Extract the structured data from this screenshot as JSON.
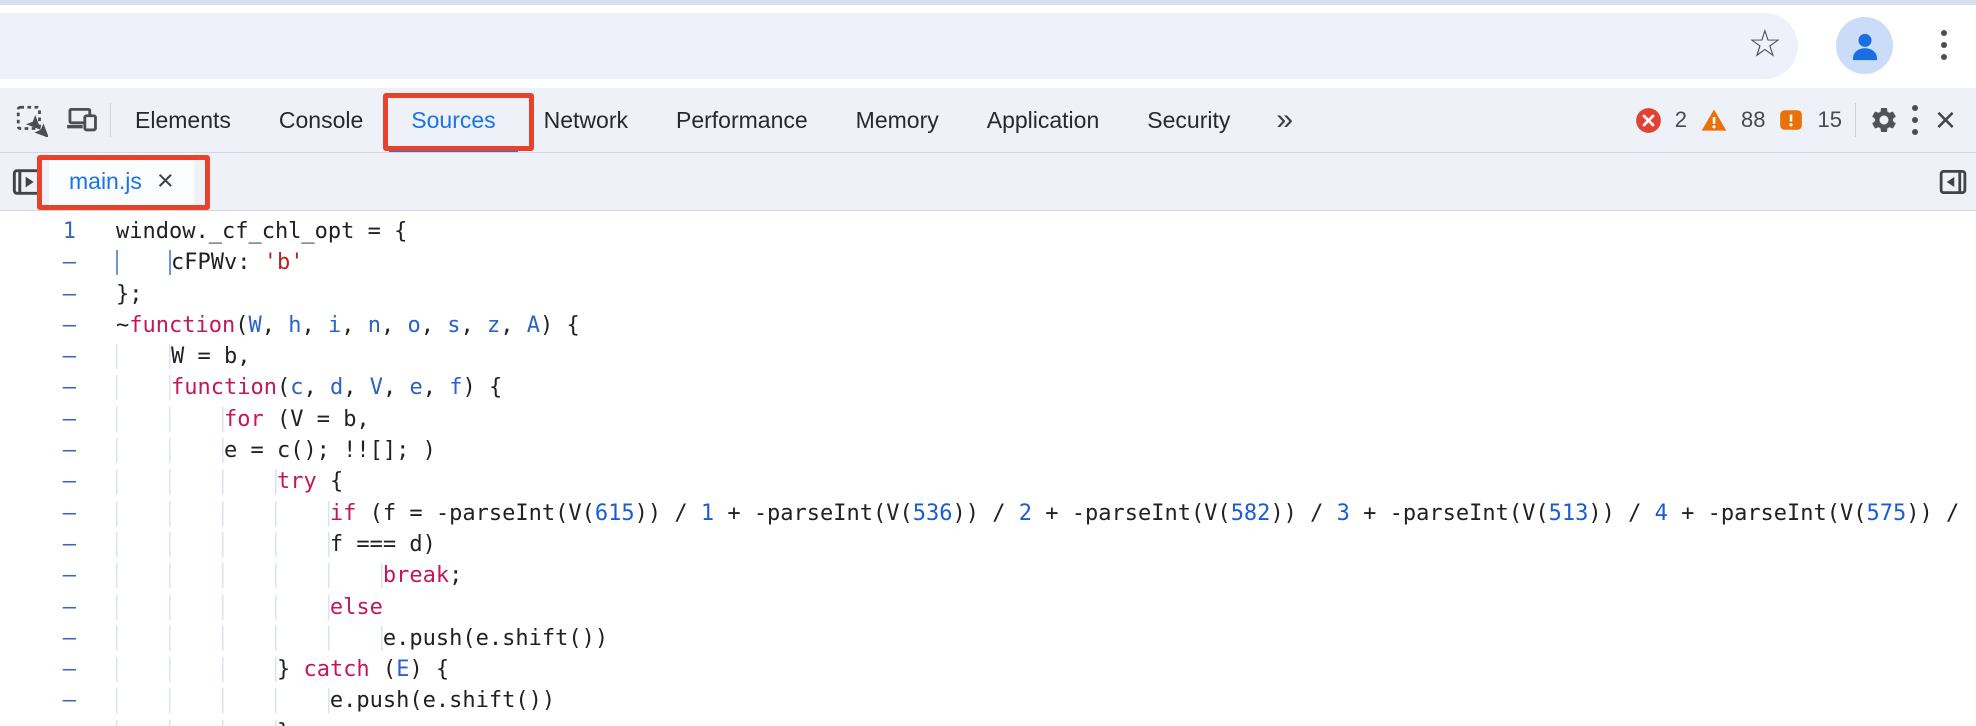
{
  "browser": {
    "bookmark_glyph": "☆",
    "profile_icon": "person-avatar",
    "menu_icon": "kebab-menu"
  },
  "devtools": {
    "tabs": [
      "Elements",
      "Console",
      "Sources",
      "Network",
      "Performance",
      "Memory",
      "Application",
      "Security"
    ],
    "selected_tab": "Sources",
    "overflow_glyph": "»",
    "badges": {
      "errors": "2",
      "warnings": "88",
      "issues": "15"
    },
    "close_glyph": "×",
    "file_tab": {
      "label": "main.js",
      "close_glyph": "×"
    },
    "annotations": {
      "color": "#e8432a",
      "targets": [
        "Sources tab",
        "main.js file tab"
      ]
    },
    "editor": {
      "lines": [
        {
          "n": "1",
          "i": 0,
          "t": [
            [
              "p",
              "window._cf_chl_opt = {"
            ]
          ]
        },
        {
          "n": "–",
          "i": 4,
          "a": true,
          "t": [
            [
              "p",
              "cFPWv: "
            ],
            [
              "s",
              "'b'"
            ]
          ]
        },
        {
          "n": "–",
          "i": 0,
          "t": [
            [
              "p",
              "};"
            ]
          ]
        },
        {
          "n": "–",
          "i": 0,
          "t": [
            [
              "p",
              "~"
            ],
            [
              "k",
              "function"
            ],
            [
              "p",
              "("
            ],
            [
              "d",
              "W"
            ],
            [
              "p",
              ", "
            ],
            [
              "d",
              "h"
            ],
            [
              "p",
              ", "
            ],
            [
              "d",
              "i"
            ],
            [
              "p",
              ", "
            ],
            [
              "d",
              "n"
            ],
            [
              "p",
              ", "
            ],
            [
              "d",
              "o"
            ],
            [
              "p",
              ", "
            ],
            [
              "d",
              "s"
            ],
            [
              "p",
              ", "
            ],
            [
              "d",
              "z"
            ],
            [
              "p",
              ", "
            ],
            [
              "d",
              "A"
            ],
            [
              "p",
              ") {"
            ]
          ]
        },
        {
          "n": "–",
          "i": 4,
          "t": [
            [
              "p",
              "W = b,"
            ]
          ]
        },
        {
          "n": "–",
          "i": 4,
          "t": [
            [
              "k",
              "function"
            ],
            [
              "p",
              "("
            ],
            [
              "d",
              "c"
            ],
            [
              "p",
              ", "
            ],
            [
              "d",
              "d"
            ],
            [
              "p",
              ", "
            ],
            [
              "d",
              "V"
            ],
            [
              "p",
              ", "
            ],
            [
              "d",
              "e"
            ],
            [
              "p",
              ", "
            ],
            [
              "d",
              "f"
            ],
            [
              "p",
              ") {"
            ]
          ]
        },
        {
          "n": "–",
          "i": 8,
          "t": [
            [
              "k",
              "for"
            ],
            [
              "p",
              " (V = b,"
            ]
          ]
        },
        {
          "n": "–",
          "i": 8,
          "t": [
            [
              "p",
              "e = c(); !![]; )"
            ]
          ]
        },
        {
          "n": "–",
          "i": 12,
          "t": [
            [
              "k",
              "try"
            ],
            [
              "p",
              " {"
            ]
          ]
        },
        {
          "n": "–",
          "i": 16,
          "t": [
            [
              "k",
              "if"
            ],
            [
              "p",
              " (f = -parseInt(V("
            ],
            [
              "n2",
              "615"
            ],
            [
              "p",
              ")) / "
            ],
            [
              "n2",
              "1"
            ],
            [
              "p",
              " + -parseInt(V("
            ],
            [
              "n2",
              "536"
            ],
            [
              "p",
              ")) / "
            ],
            [
              "n2",
              "2"
            ],
            [
              "p",
              " + -parseInt(V("
            ],
            [
              "n2",
              "582"
            ],
            [
              "p",
              ")) / "
            ],
            [
              "n2",
              "3"
            ],
            [
              "p",
              " + -parseInt(V("
            ],
            [
              "n2",
              "513"
            ],
            [
              "p",
              ")) / "
            ],
            [
              "n2",
              "4"
            ],
            [
              "p",
              " + -parseInt(V("
            ],
            [
              "n2",
              "575"
            ],
            [
              "p",
              ")) /"
            ]
          ]
        },
        {
          "n": "–",
          "i": 16,
          "t": [
            [
              "p",
              "f === d)"
            ]
          ]
        },
        {
          "n": "–",
          "i": 20,
          "t": [
            [
              "k",
              "break"
            ],
            [
              "p",
              ";"
            ]
          ]
        },
        {
          "n": "–",
          "i": 16,
          "t": [
            [
              "k",
              "else"
            ]
          ]
        },
        {
          "n": "–",
          "i": 20,
          "t": [
            [
              "p",
              "e.push(e.shift())"
            ]
          ]
        },
        {
          "n": "–",
          "i": 12,
          "t": [
            [
              "p",
              "} "
            ],
            [
              "k",
              "catch"
            ],
            [
              "p",
              " ("
            ],
            [
              "d",
              "E"
            ],
            [
              "p",
              ") {"
            ]
          ]
        },
        {
          "n": "–",
          "i": 16,
          "t": [
            [
              "p",
              "e.push(e.shift())"
            ]
          ]
        },
        {
          "n": "–",
          "i": 12,
          "t": [
            [
              "p",
              "}"
            ]
          ]
        }
      ]
    }
  },
  "colors": {
    "accent_blue": "#1a73e8",
    "annotation_red": "#e8432a",
    "error_red": "#e04334",
    "warning_orange": "#e8710a",
    "toolbar_bg": "#eef1f8",
    "keyword": "#c2185b",
    "string": "#b3261e",
    "number": "#1a5cd6",
    "definition": "#2b62c9"
  }
}
